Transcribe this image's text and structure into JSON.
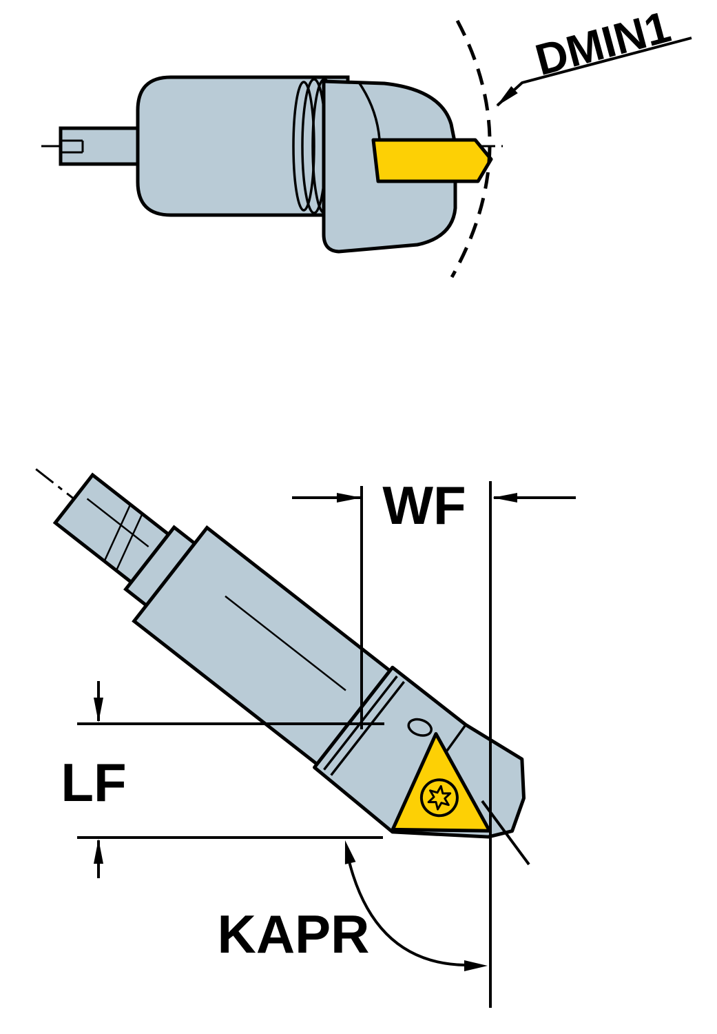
{
  "labels": {
    "dmin1": "DMIN1",
    "wf": "WF",
    "lf": "LF",
    "kapr": "KAPR"
  },
  "colors": {
    "body": "#b9cbd6",
    "insert": "#fdd005",
    "line": "#000000",
    "background": "#ffffff"
  }
}
